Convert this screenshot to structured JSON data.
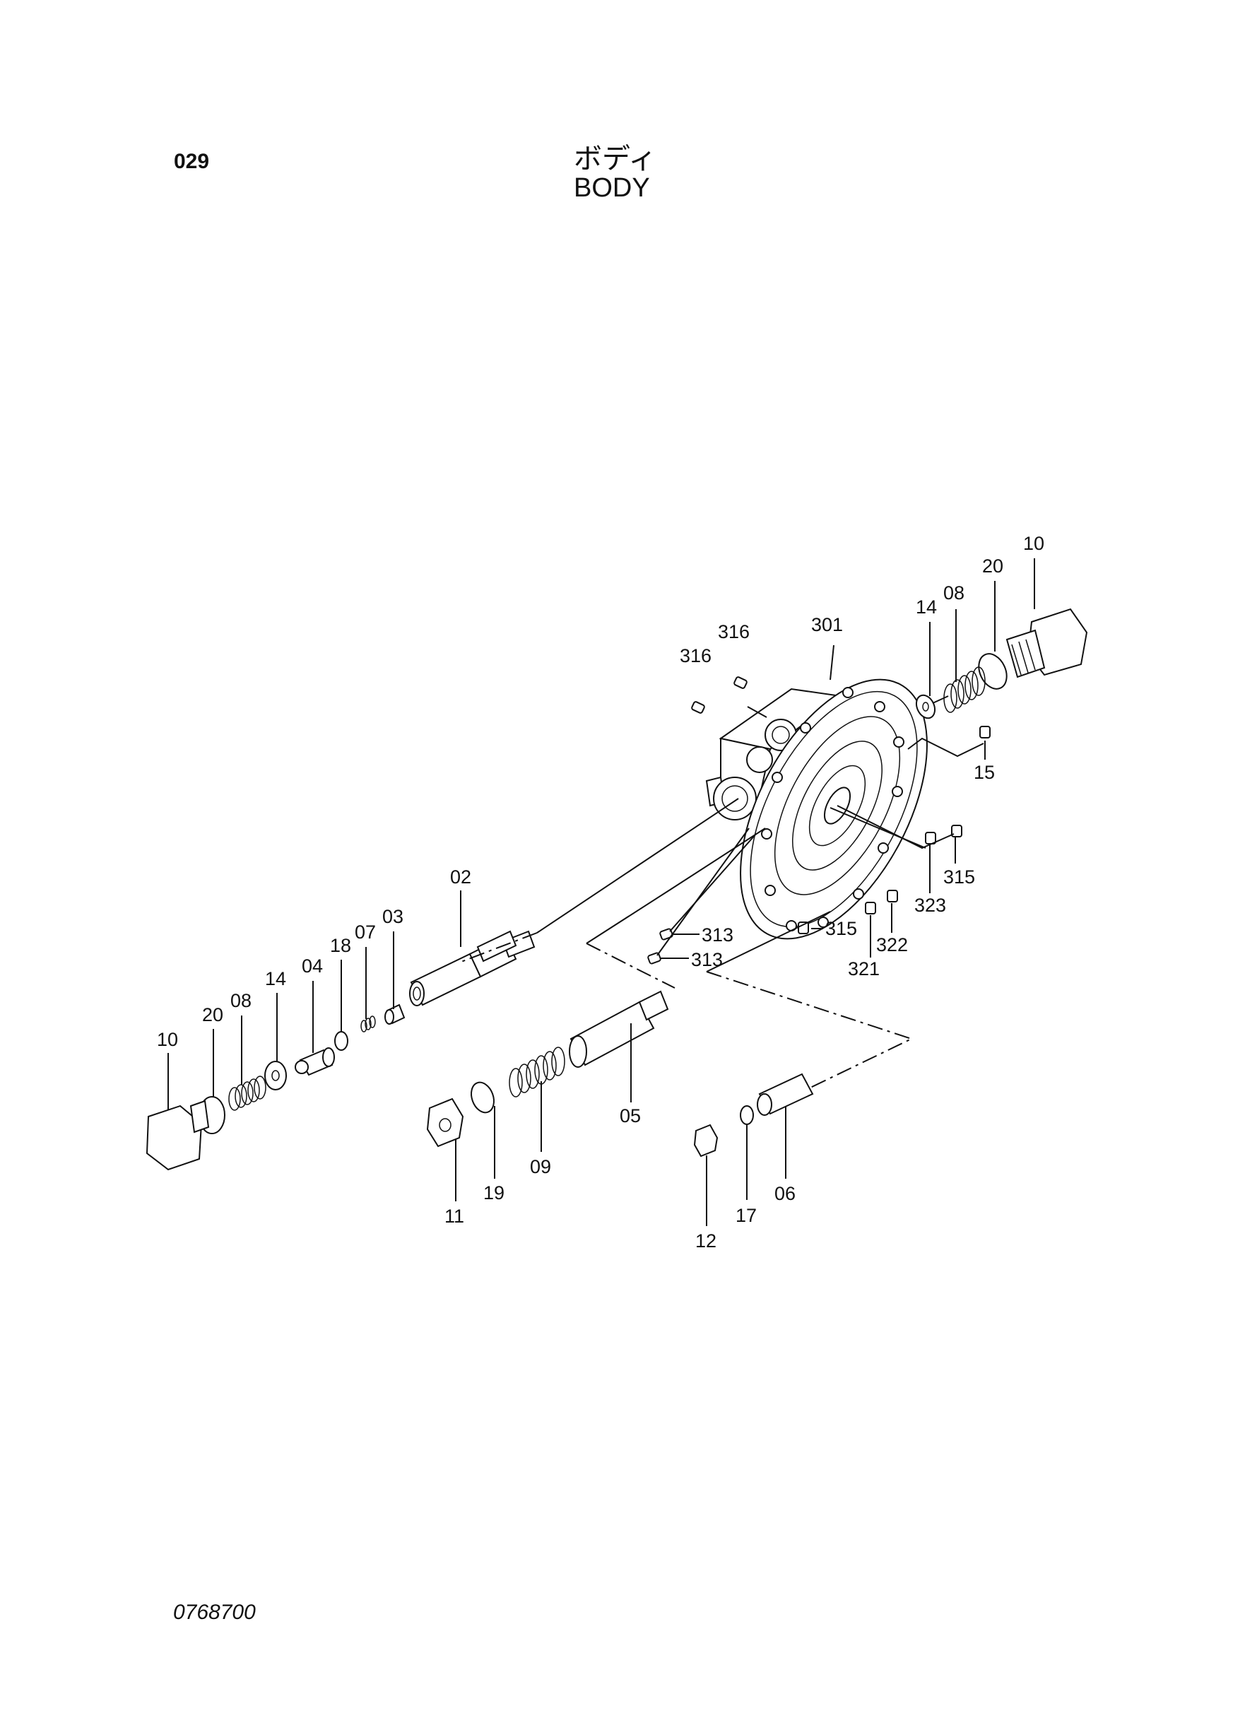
{
  "header": {
    "page_number": "029",
    "title_jp": "ボディ",
    "title_en": "BODY"
  },
  "footer": {
    "drawing_code": "0768700"
  },
  "callouts": {
    "c301": "301",
    "c316a": "316",
    "c316b": "316",
    "c14r": "14",
    "c08r": "08",
    "c20r": "20",
    "c10r": "10",
    "c15": "15",
    "c315a": "315",
    "c323": "323",
    "c315b": "315",
    "c322": "322",
    "c321": "321",
    "c313a": "313",
    "c313b": "313",
    "c02": "02",
    "c03": "03",
    "c07": "07",
    "c18": "18",
    "c04": "04",
    "c14l": "14",
    "c08l": "08",
    "c20l": "20",
    "c10l": "10",
    "c05": "05",
    "c09": "09",
    "c19": "19",
    "c11": "11",
    "c06": "06",
    "c17": "17",
    "c12": "12"
  }
}
